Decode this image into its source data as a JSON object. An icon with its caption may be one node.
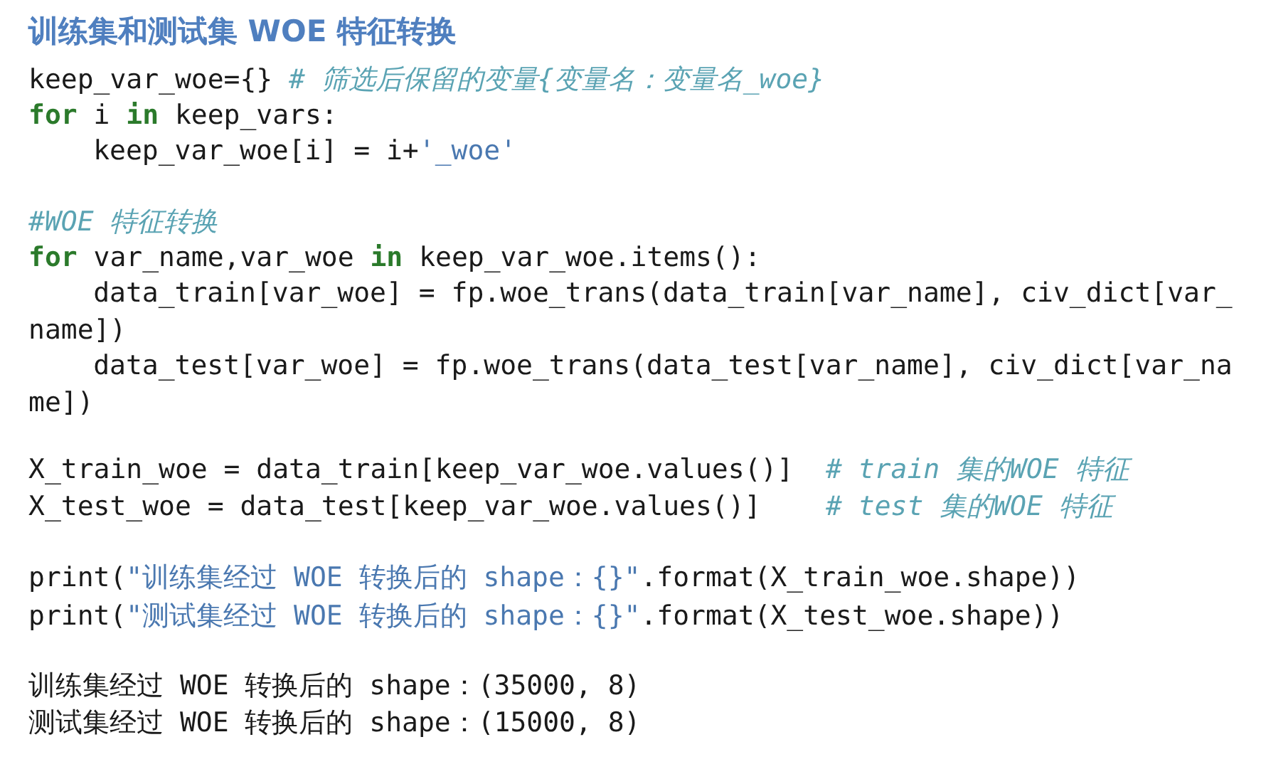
{
  "diagram": {
    "title": "训练集和测试集 WOE 特征转换",
    "labels": [
      "keep_var_woe={} # 筛选后保留的变量{变量名：变量名_woe}",
      "for i in keep_vars:",
      "keep_var_woe[i] = i+'_woe'",
      "#WOE 特征转换",
      "for var_name,var_woe in keep_var_woe.items():",
      "data_train[var_woe] = fp.woe_trans(data_train[var_name], civ_dict[var_name])",
      "data_test[var_woe] = fp.woe_trans(data_test[var_name], civ_dict[var_name])",
      "X_train_woe = data_train[keep_var_woe.values()]  # train 集的WOE 特征",
      "X_test_woe = data_test[keep_var_woe.values()]    # test 集的WOE 特征",
      "print(\"训练集经过 WOE 转换后的 shape：{}\".format(X_train_woe.shape))",
      "print(\"测试集经过 WOE 转换后的 shape：{}\".format(X_test_woe.shape))",
      "训练集经过 WOE 转换后的 shape：(35000, 8)",
      "测试集经过 WOE 转换后的 shape：(15000, 8)"
    ]
  }
}
